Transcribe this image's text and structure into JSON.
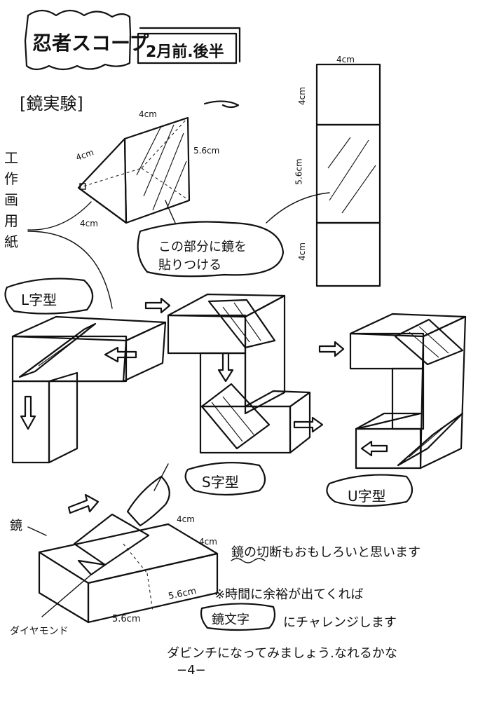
{
  "header": {
    "title": "忍者スコープ",
    "session": "2月前.後半"
  },
  "section_title": "[鏡実験]",
  "labels": {
    "paper_vertical": "工作画用紙",
    "mirror_note_line1": "この部分に鏡を",
    "mirror_note_line2": "貼りつける",
    "dim_4cm": "4cm",
    "dim_56cm": "5.6cm",
    "l_type": "L字型",
    "s_type": "S字型",
    "u_type": "U字型",
    "mirror": "鏡",
    "diamond": "ダイヤモンド"
  },
  "notes": {
    "cutting": "鏡の切断もおもしろいと思います",
    "if_time": "※時間に余裕が出てくれば",
    "mirror_text": "鏡文字",
    "challenge": "にチャレンジします",
    "davinci": "ダビンチになってみましょう.なれるかな"
  },
  "page_number": "−4−"
}
